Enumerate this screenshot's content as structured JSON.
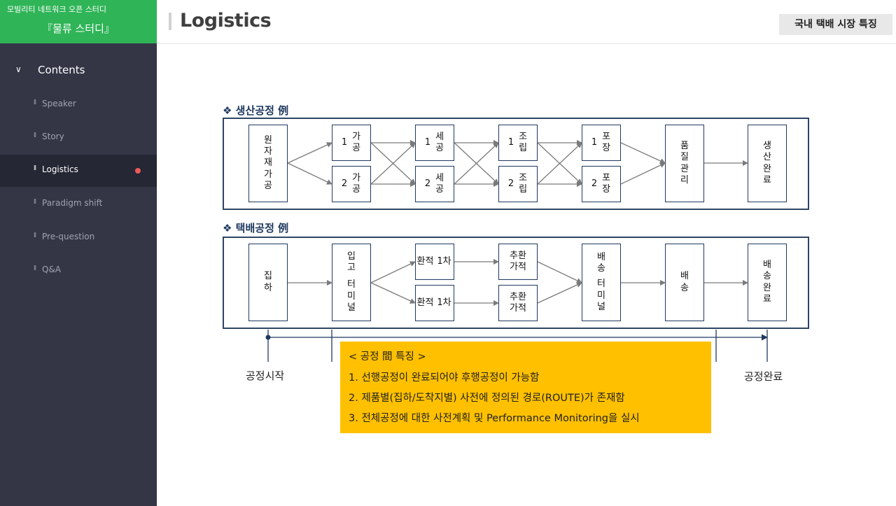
{
  "sidebar": {
    "org": "모빌리티 네트워크 오픈 스터디",
    "title": "『물류 스터디』",
    "contents_label": "Contents",
    "items": [
      {
        "bars": "ll",
        "label": "Speaker"
      },
      {
        "bars": "ll",
        "label": "Story"
      },
      {
        "bars": "ll",
        "label": "Logistics"
      },
      {
        "bars": "ll",
        "label": "Paradigm shift"
      },
      {
        "bars": "ll",
        "label": "Pre-question"
      },
      {
        "bars": "ll",
        "label": "Q&A"
      }
    ],
    "active_index": 2
  },
  "header": {
    "title": "Logistics",
    "badge": "국내 택배 시장 특징"
  },
  "production": {
    "title": "❖ 생산공정 例",
    "boxes": {
      "raw": "원자재가공",
      "a1n": "1",
      "a1": "가공",
      "a2n": "2",
      "a2": "가공",
      "b1n": "1",
      "b1": "세공",
      "b2n": "2",
      "b2": "세공",
      "c1n": "1",
      "c1": "조립",
      "c2n": "2",
      "c2": "조립",
      "d1n": "1",
      "d1": "포장",
      "d2n": "2",
      "d2": "포장",
      "qc": "품질관리",
      "done": "생산완료"
    }
  },
  "delivery": {
    "title": "❖ 택배공정 例",
    "boxes": {
      "pickup": "집하",
      "inbound_a": "입고",
      "inbound_b": "터미널",
      "t1a": "환적",
      "t1b": "1차",
      "t2a": "환적",
      "t2b": "1차",
      "s1a": "추환",
      "s1b": "가적",
      "s2a": "추환",
      "s2b": "가적",
      "term_a": "배송",
      "term_b": "터미널",
      "ship": "배송",
      "done": "배송완료"
    }
  },
  "timeline": {
    "start": "공정시작",
    "end": "공정완료"
  },
  "note": {
    "head": "< 공정 間 특징 >",
    "items": [
      "1.  선행공정이 완료되어야 후행공정이 가능함",
      "2.  제품별(집하/도착지별) 사전에 정의된 경로(ROUTE)가 존재함",
      "3.  전체공정에 대한 사전계획 및 Performance Monitoring을 실시"
    ]
  },
  "colors": {
    "sidebar": "#343646",
    "sidebar_header": "#2fb457",
    "accent_dot": "#ec5a5a",
    "note_bg": "#ffc000",
    "diagram_stroke": "#1f3960"
  }
}
